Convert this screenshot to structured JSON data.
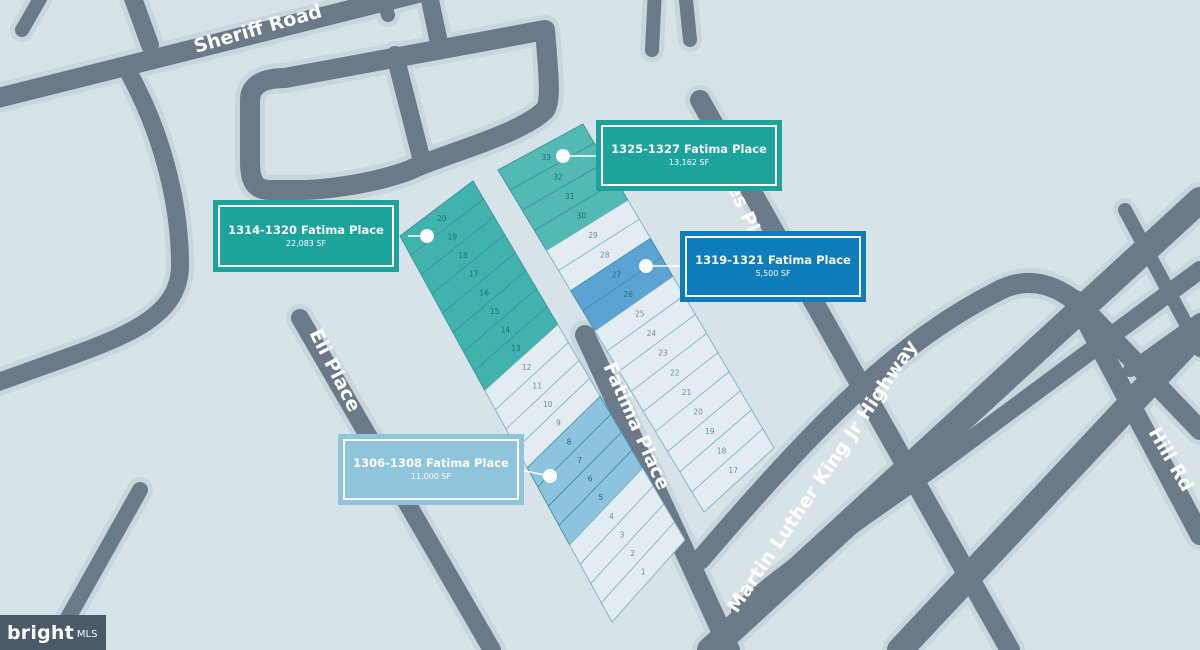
{
  "map": {
    "colors": {
      "background": "#d8e3e8",
      "road": "#6b7a88",
      "road_outline": "#c9d6dc",
      "lot_line": "#7fb3c6",
      "lot_number": "#6f8d9b"
    },
    "streets": [
      {
        "id": "sheriff",
        "name": "Sheriff Road"
      },
      {
        "id": "eli",
        "name": "Eli Place"
      },
      {
        "id": "fatima",
        "name": "Fatima Place"
      },
      {
        "id": "mlk",
        "name": "Martin Luther King Jr Highway"
      },
      {
        "id": "hill",
        "name": "Hill Rd"
      },
      {
        "id": "hayes",
        "name": "Hayes Pl"
      }
    ],
    "west_lots": [
      "20",
      "19",
      "18",
      "17",
      "16",
      "15",
      "14",
      "13",
      "12",
      "11",
      "10",
      "9",
      "8",
      "7",
      "6",
      "5",
      "4",
      "3",
      "2",
      "1"
    ],
    "east_lots": [
      "33",
      "32",
      "31",
      "30",
      "29",
      "28",
      "27",
      "26",
      "25",
      "24",
      "23",
      "22",
      "21",
      "20",
      "19",
      "18",
      "17"
    ],
    "parcels": [
      {
        "title": "1314-1320 Fatima Place",
        "area": "22,083 SF",
        "color": "#1ba39c",
        "lot_color": "#41b3ad",
        "block": "west",
        "lots": [
          "20",
          "19",
          "18",
          "17",
          "16",
          "15",
          "14",
          "13"
        ]
      },
      {
        "title": "1325-1327 Fatima Place",
        "area": "13,162 SF",
        "color": "#1ba39c",
        "lot_color": "#52b9b3",
        "block": "east",
        "lots": [
          "33",
          "32",
          "31",
          "30"
        ]
      },
      {
        "title": "1319-1321 Fatima Place",
        "area": "5,500 SF",
        "color": "#0f7dbb",
        "lot_color": "#5aa3d4",
        "block": "east",
        "lots": [
          "27",
          "26"
        ]
      },
      {
        "title": "1306-1308 Fatima Place",
        "area": "11,000 SF",
        "color": "#8fc4dd",
        "lot_color": "#8cc4df",
        "block": "west",
        "lots": [
          "8",
          "7",
          "6",
          "5"
        ]
      }
    ]
  },
  "brand": {
    "logo": "bright",
    "mls": "MLS"
  }
}
